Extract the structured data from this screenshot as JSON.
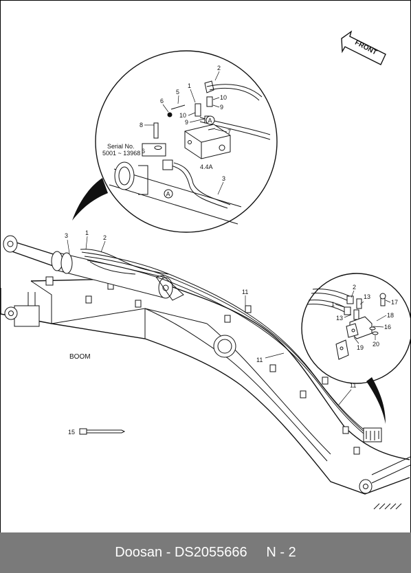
{
  "diagram": {
    "front_label": "FRONT",
    "boom_label": "BOOM",
    "serial_title": "Serial No.",
    "serial_range": "5001 ~ 13968",
    "valve_label": "4.4A",
    "callout_a": "A",
    "parts_top": [
      "1",
      "2",
      "3",
      "5",
      "6",
      "7",
      "8",
      "9",
      "10"
    ],
    "parts_main": [
      "1",
      "2",
      "3",
      "11",
      "15"
    ],
    "parts_right": [
      "1",
      "2",
      "13",
      "16",
      "17",
      "18",
      "19",
      "20"
    ]
  },
  "footer": {
    "brand": "Doosan",
    "sep": " - ",
    "part_no": "DS2055666",
    "page": "N - 2"
  }
}
